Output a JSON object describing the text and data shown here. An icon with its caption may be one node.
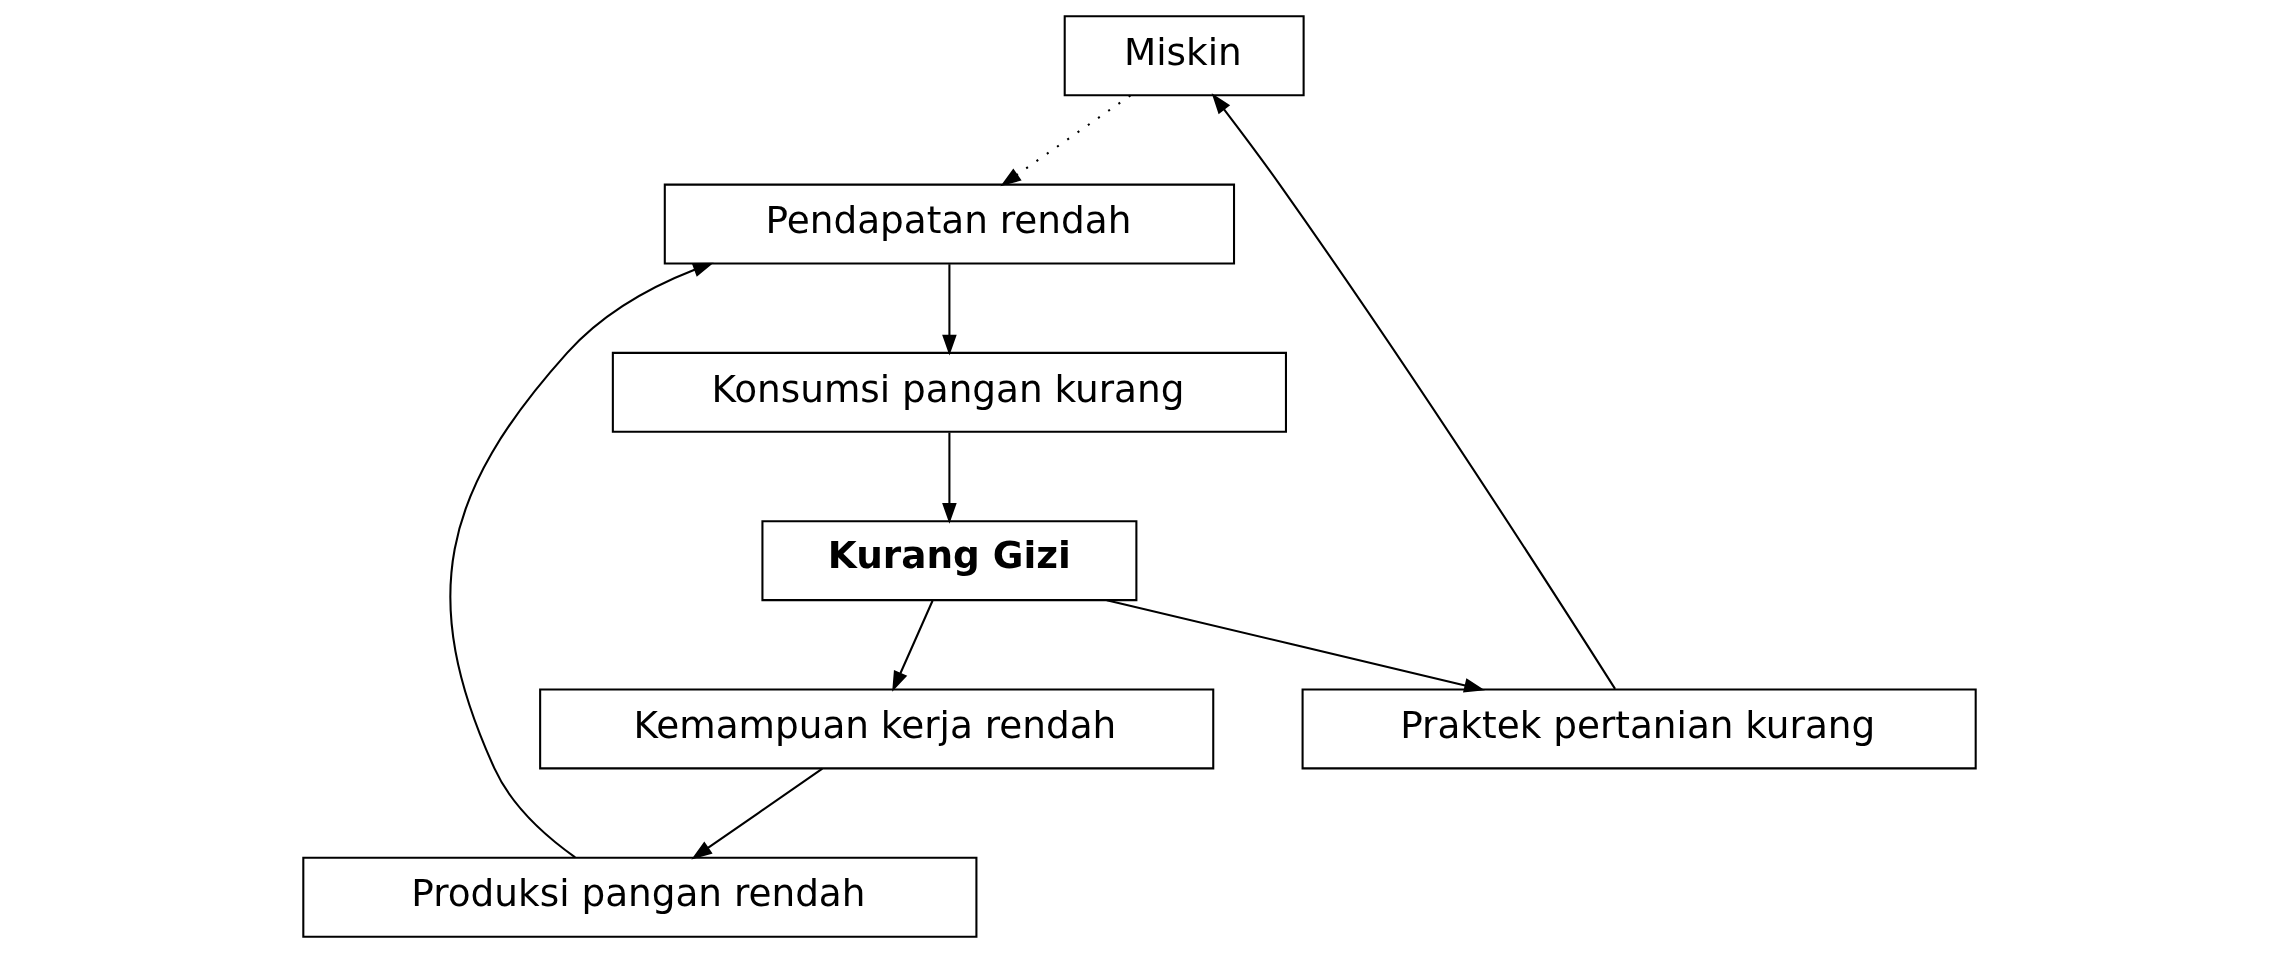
{
  "diagram": {
    "nodes": [
      {
        "text": [
          "Miskin"
        ]
      },
      {
        "text": [
          "Praktek pertanian kurang"
        ]
      },
      {
        "text": [
          "Produksi pangan rendah"
        ]
      },
      {
        "text": [
          "Pendapatan rendah"
        ]
      },
      {
        "text": [
          "Kemampuan kerja rendah"
        ]
      },
      {
        "text": [
          "Konsumsi pangan kurang"
        ]
      },
      {
        "text": [
          "Kurang Gizi"
        ]
      }
    ],
    "edges": [
      {
        "from": 1,
        "to": 0,
        "arrow": "to"
      },
      {
        "from": 0,
        "to": 3,
        "arrow": "to",
        "style": "dashed"
      },
      {
        "from": 2,
        "to": 3,
        "arrow": "to"
      },
      {
        "from": 3,
        "to": 5,
        "arrow": "to"
      },
      {
        "from": 5,
        "to": 6,
        "arrow": "to"
      },
      {
        "from": 6,
        "to": 4,
        "arrow": "to"
      },
      {
        "from": 6,
        "to": 1,
        "arrow": "to"
      },
      {
        "from": 4,
        "to": 2,
        "arrow": "to"
      }
    ]
  }
}
